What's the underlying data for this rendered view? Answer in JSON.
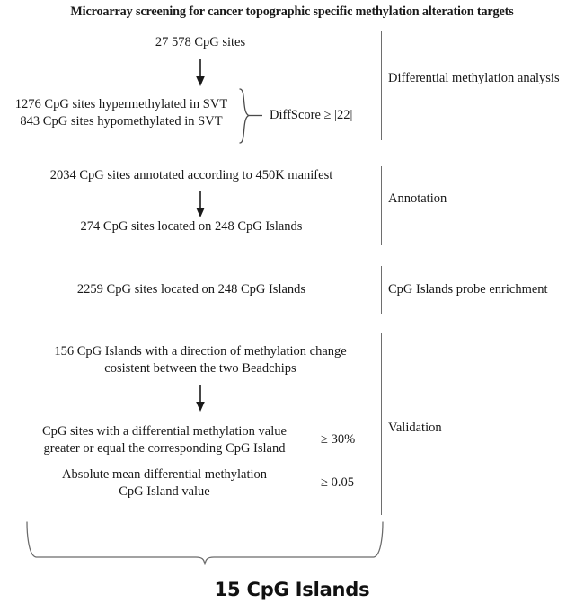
{
  "figure": {
    "title": "Microarray screening for cancer topographic specific methylation alteration targets",
    "result": "15 CpG Islands"
  },
  "stages": [
    {
      "id": "differential-methylation-analysis",
      "label": "Differential methylation analysis",
      "nodes": [
        {
          "id": "total-cpg-sites",
          "text": "27 578 CpG sites"
        },
        {
          "id": "hyper-hypo-cpg-sites",
          "text": "1276 CpG sites hypermethylated in SVT\n843 CpG sites hypomethylated in SVT"
        }
      ],
      "criterion": "DiffScore ≥ |22|"
    },
    {
      "id": "annotation",
      "label": "Annotation",
      "nodes": [
        {
          "id": "annotated-cpg-sites",
          "text": "2034 CpG sites annotated according to 450K manifest"
        },
        {
          "id": "located-cpg-sites",
          "text": "274 CpG sites located on 248 CpG Islands"
        }
      ],
      "criterion": ""
    },
    {
      "id": "cpg-islands-probe-enrichment",
      "label": "CpG Islands probe enrichment",
      "nodes": [
        {
          "id": "enriched-cpg-sites",
          "text": "2259 CpG sites located on 248 CpG Islands"
        }
      ],
      "criterion": ""
    },
    {
      "id": "validation",
      "label": "Validation",
      "nodes": [
        {
          "id": "consistent-direction-islands",
          "text": "156 CpG Islands with a direction of methylation change\ncosistent between the two Beadchips"
        },
        {
          "id": "differential-methylation-value",
          "text": "CpG sites with a differential methylation value\ngreater or equal the corresponding CpG Island"
        },
        {
          "id": "absolute-mean-value",
          "text": "Absolute mean differential methylation\nCpG Island value"
        }
      ],
      "criteria": [
        {
          "id": "threshold-percent",
          "text": "≥ 30%"
        },
        {
          "id": "threshold-absolute",
          "text": "≥ 0.05"
        }
      ]
    }
  ],
  "colors": {
    "text": "#181818",
    "rule": "#6e6e6e",
    "arrow": "#1a1a1a",
    "brace": "#5a5a5a",
    "background": "#ffffff"
  }
}
